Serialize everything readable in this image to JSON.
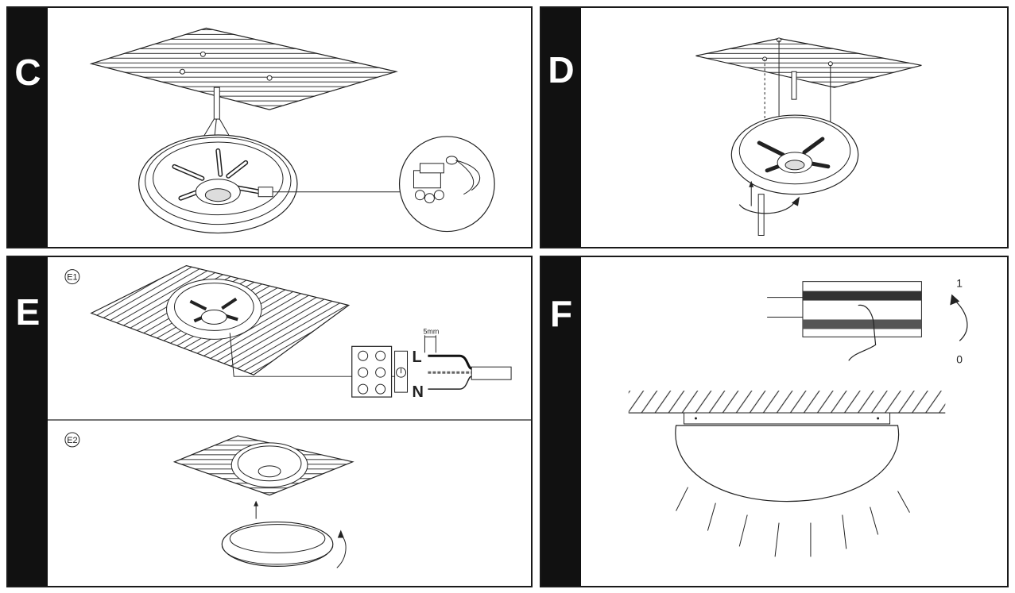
{
  "panels": {
    "c": {
      "letter": "C"
    },
    "d": {
      "letter": "D"
    },
    "e": {
      "letter": "E",
      "sub1": "E1",
      "sub2": "E2",
      "strip_gap": "5mm",
      "terminal_top": "L",
      "terminal_bottom": "N"
    },
    "f": {
      "letter": "F",
      "switch_on": "1",
      "switch_off": "0"
    }
  }
}
